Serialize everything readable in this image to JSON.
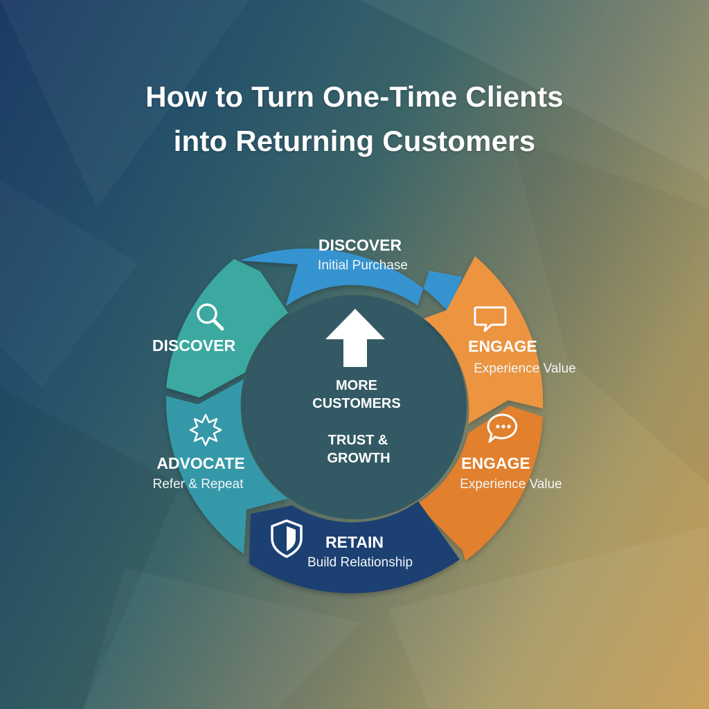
{
  "title": {
    "line1": "How to Turn One-Time Clients",
    "line2": "into Returning Customers"
  },
  "colors": {
    "discover_top": "#3494cf",
    "discover_left": "#3aa9a0",
    "engage_top": "#ec9441",
    "engage_bottom": "#e2802f",
    "retain": "#1f3f72",
    "advocate": "#3598a8",
    "center": "#335a64",
    "text": "#ffffff"
  },
  "stages": {
    "discover_top": {
      "head": "DISCOVER",
      "sub": "Initial Purchase"
    },
    "engage_top": {
      "head": "ENGAGE",
      "sub": "Experience Value",
      "icon": "speech-bubble-icon"
    },
    "engage_bottom": {
      "head": "ENGAGE",
      "sub": "Experience Value",
      "icon": "chat-dots-icon"
    },
    "retain": {
      "head": "RETAIN",
      "sub": "Build Relationship",
      "icon": "shield-icon"
    },
    "advocate": {
      "head": "ADVOCATE",
      "sub": "Refer & Repeat",
      "icon": "starburst-icon"
    },
    "discover_left": {
      "head": "DISCOVER",
      "icon": "search-icon"
    }
  },
  "center": {
    "icon": "arrow-up-icon",
    "line1": "MORE",
    "line2": "CUSTOMERS",
    "line3": "TRUST &",
    "line4": "GROWTH"
  }
}
